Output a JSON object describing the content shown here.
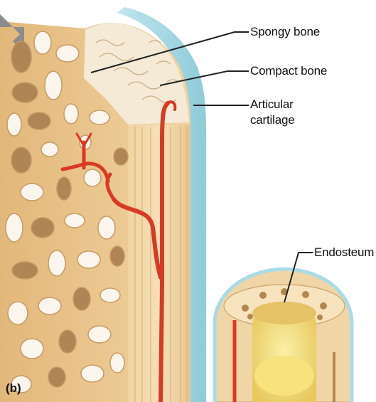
{
  "panel_label": "(b)",
  "labels": {
    "spongy_bone": "Spongy bone",
    "compact_bone": "Compact bone",
    "articular_cartilage": "Articular\ncartilage",
    "endosteum": "Endosteum"
  },
  "colors": {
    "bone": "#e9c48a",
    "bone_light": "#f6dfb4",
    "cavity": "#faf6ee",
    "cavity_shadow": "#b08556",
    "cartilage": "#a9dbe6",
    "vessel": "#d83a25",
    "marrow": "#f3e48c",
    "leader": "#222222"
  }
}
